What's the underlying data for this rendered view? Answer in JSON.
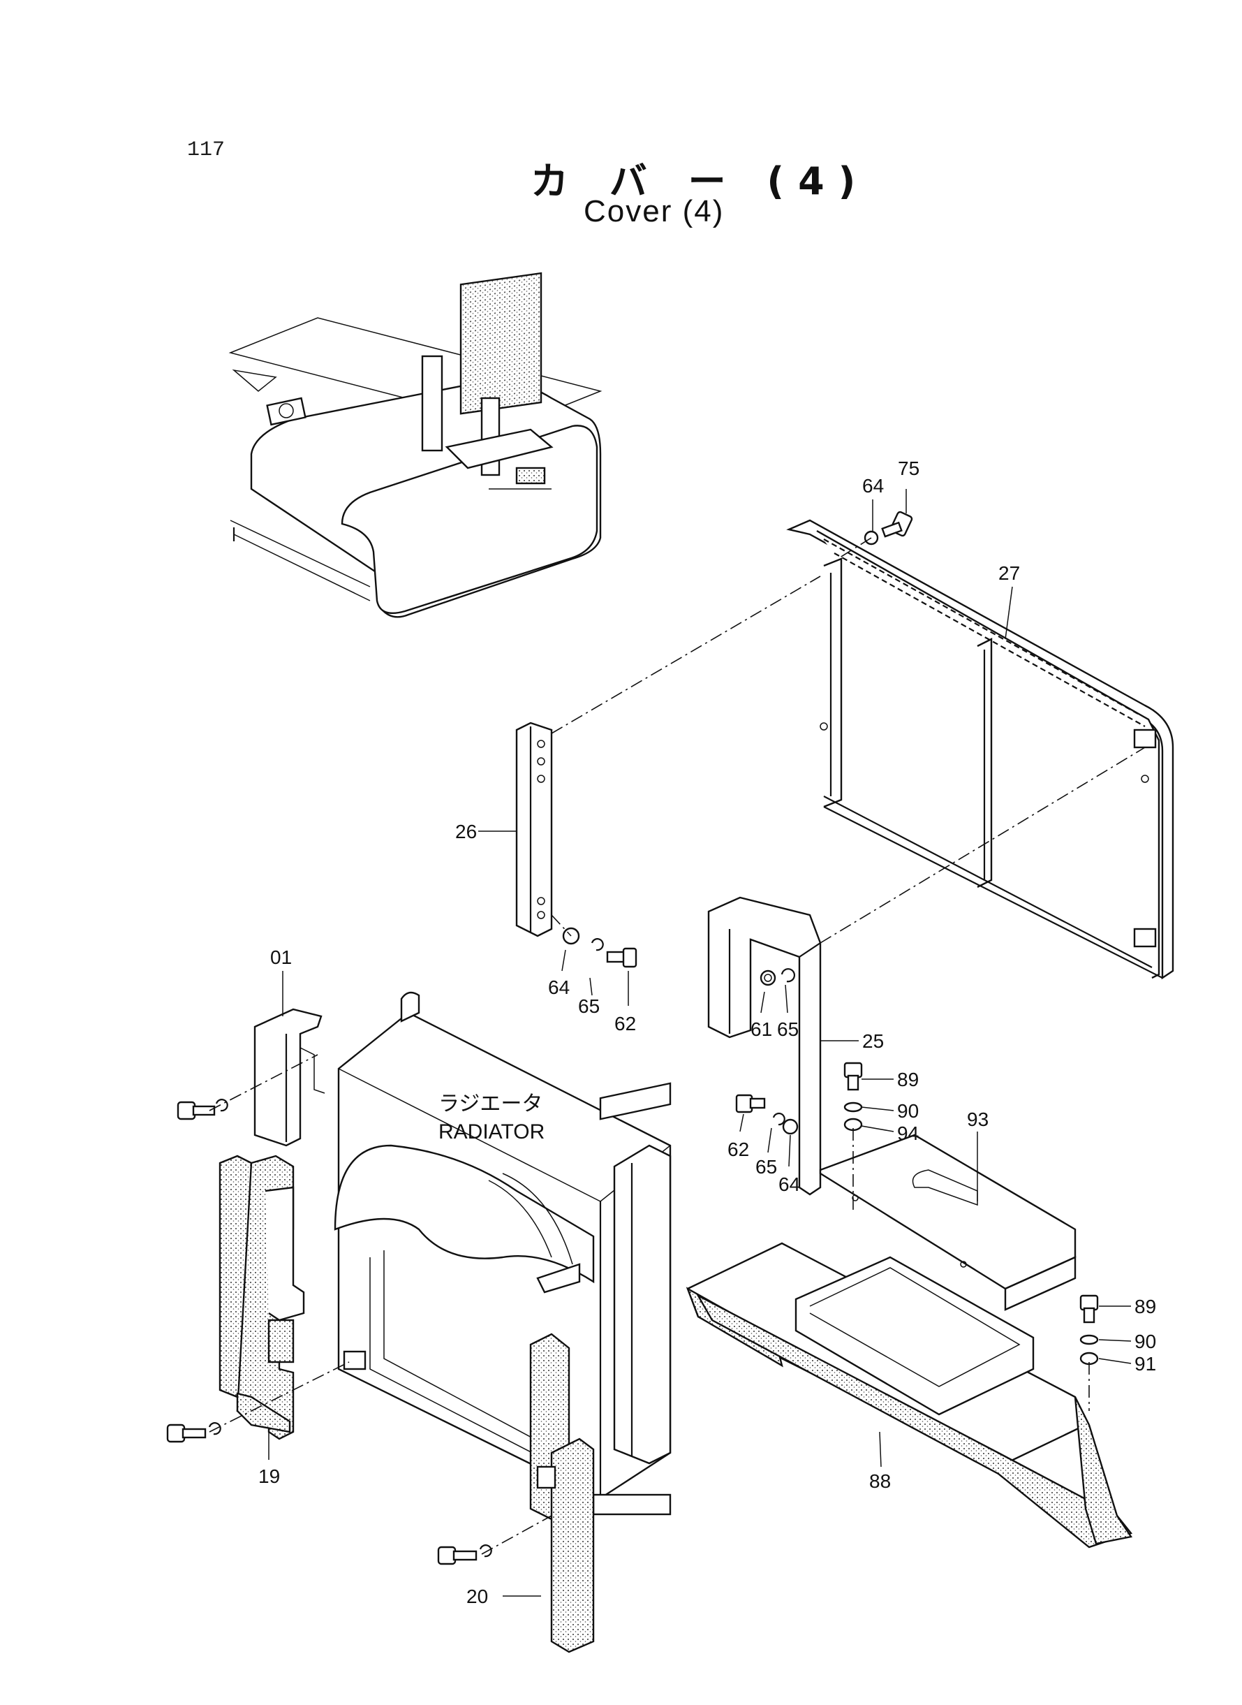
{
  "header": {
    "page_number": "117",
    "title_jp": "カ バ ー (4)",
    "title_en": "Cover (4)"
  },
  "labels": {
    "radiator_jp": "ラジエータ",
    "radiator_en": "RADIATOR"
  },
  "callouts": {
    "c75": "75",
    "c64a": "64",
    "c27": "27",
    "c26": "26",
    "c64b": "64",
    "c65a": "65",
    "c62a": "62",
    "c01": "01",
    "c61": "61",
    "c65b": "65",
    "c25": "25",
    "c89a": "89",
    "c90a": "90",
    "c94": "94",
    "c93": "93",
    "c62b": "62",
    "c65c": "65",
    "c64c": "64",
    "c89b": "89",
    "c90b": "90",
    "c91": "91",
    "c19": "19",
    "c20": "20",
    "c88": "88"
  }
}
